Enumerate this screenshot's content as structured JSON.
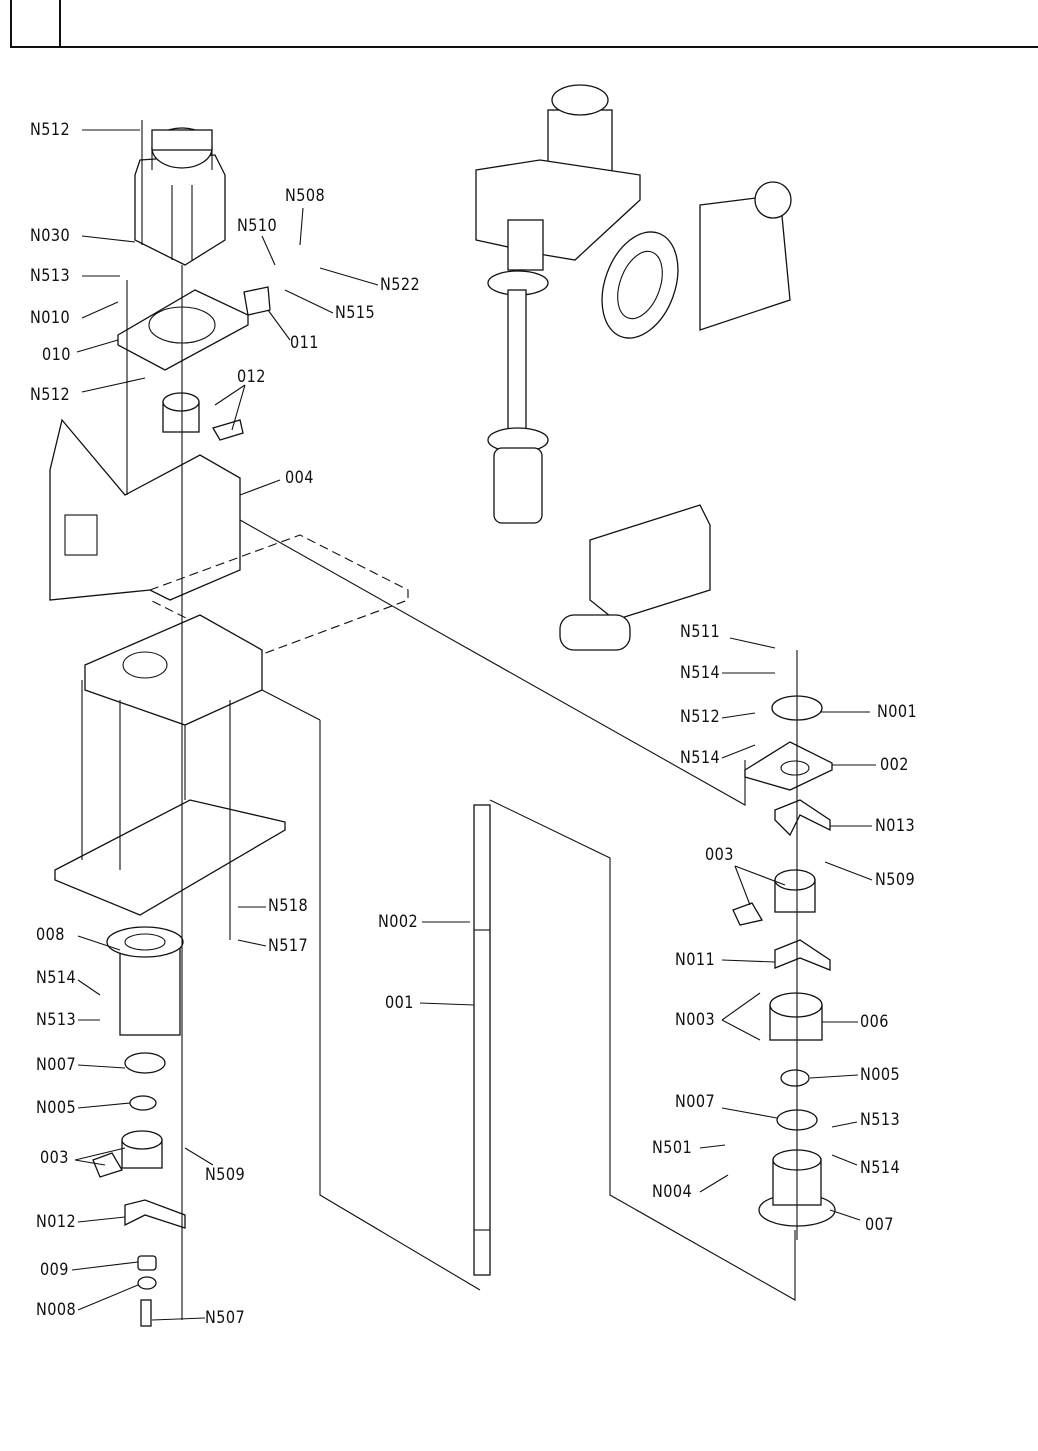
{
  "header": {
    "box_text": ""
  },
  "labels": [
    "N512",
    "N030",
    "N513",
    "N010",
    "010",
    "N512",
    "012",
    "004",
    "N510",
    "N508",
    "N522",
    "N515",
    "011",
    "N511",
    "N514",
    "N512",
    "N001",
    "N514",
    "002",
    "N013",
    "003",
    "N509",
    "N011",
    "N003",
    "006",
    "N005",
    "N007",
    "N501",
    "N513",
    "N514",
    "N004",
    "007",
    "N002",
    "001",
    "N518",
    "N517",
    "008",
    "N514",
    "N513",
    "N007",
    "N005",
    "003",
    "N509",
    "N012",
    "009",
    "N008",
    "N507"
  ]
}
